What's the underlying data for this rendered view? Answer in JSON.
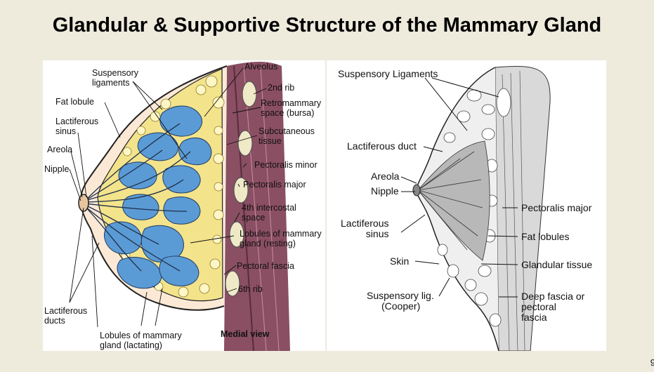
{
  "title": "Glandular & Supportive Structure of the Mammary Gland",
  "page_number": "9",
  "left_diagram": {
    "suspensory_ligaments": "Suspensory\nligaments",
    "fat_lobule": "Fat lobule",
    "lactiferous_sinus": "Lactiferous\nsinus",
    "areola": "Areola",
    "nipple": "Nipple",
    "lactiferous_ducts": "Lactiferous\nducts",
    "lobules_lactating": "Lobules of mammary\ngland (lactating)",
    "medial_view": "Medial view",
    "alveolus": "Alveolus",
    "rib2": "2nd rib",
    "retromammary": "Retromammary\nspace (bursa)",
    "subcutaneous": "Subcutaneous\ntissue",
    "pec_minor": "Pectoralis minor",
    "pec_major": "Pectoralis major",
    "intercostal": "4th intercostal\nspace",
    "lobules_resting": "Lobules of mammary\ngland (resting)",
    "pectoral_fascia": "Pectoral fascia",
    "rib6": "6th rib"
  },
  "right_diagram": {
    "suspensory_ligaments": "Suspensory Ligaments",
    "lactiferous_duct": "Lactiferous duct",
    "areola": "Areola",
    "nipple": "Nipple",
    "lactiferous_sinus": "Lactiferous\nsinus",
    "skin": "Skin",
    "suspensory_lig": "Suspensory lig.",
    "cooper": "(Cooper)",
    "pec_major": "Pectoralis major",
    "fat_lobules": "Fat lobules",
    "glandular": "Glandular tissue",
    "deep_fascia": "Deep fascia or\npectoral\nfascia"
  },
  "colors": {
    "background": "#eeebdd",
    "lobule_blue": "#5b9bd5",
    "fat_yellow": "#f3e38b",
    "muscle": "#8a4f63"
  }
}
